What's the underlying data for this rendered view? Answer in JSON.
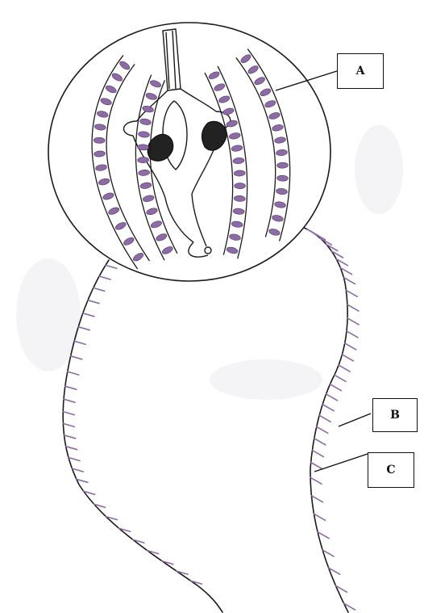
{
  "labels": {
    "a": "A",
    "b": "B",
    "c": "C"
  },
  "colors": {
    "ink": "#1a1a1a",
    "comb_plate": "#8e6aa6",
    "cilia": "#8e6aa6",
    "background": "#ffffff"
  }
}
